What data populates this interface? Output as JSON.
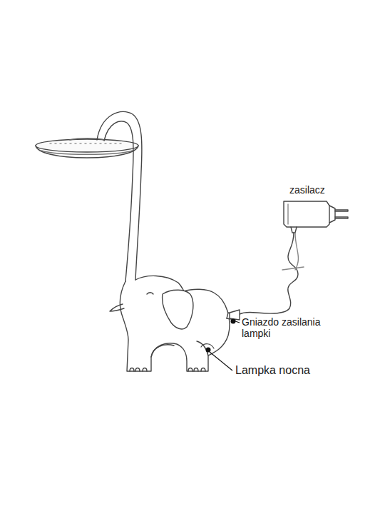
{
  "diagram": {
    "labels": [
      "zasilacz",
      "Gniazdo zasilania lampki",
      "Lampka nocna"
    ]
  }
}
